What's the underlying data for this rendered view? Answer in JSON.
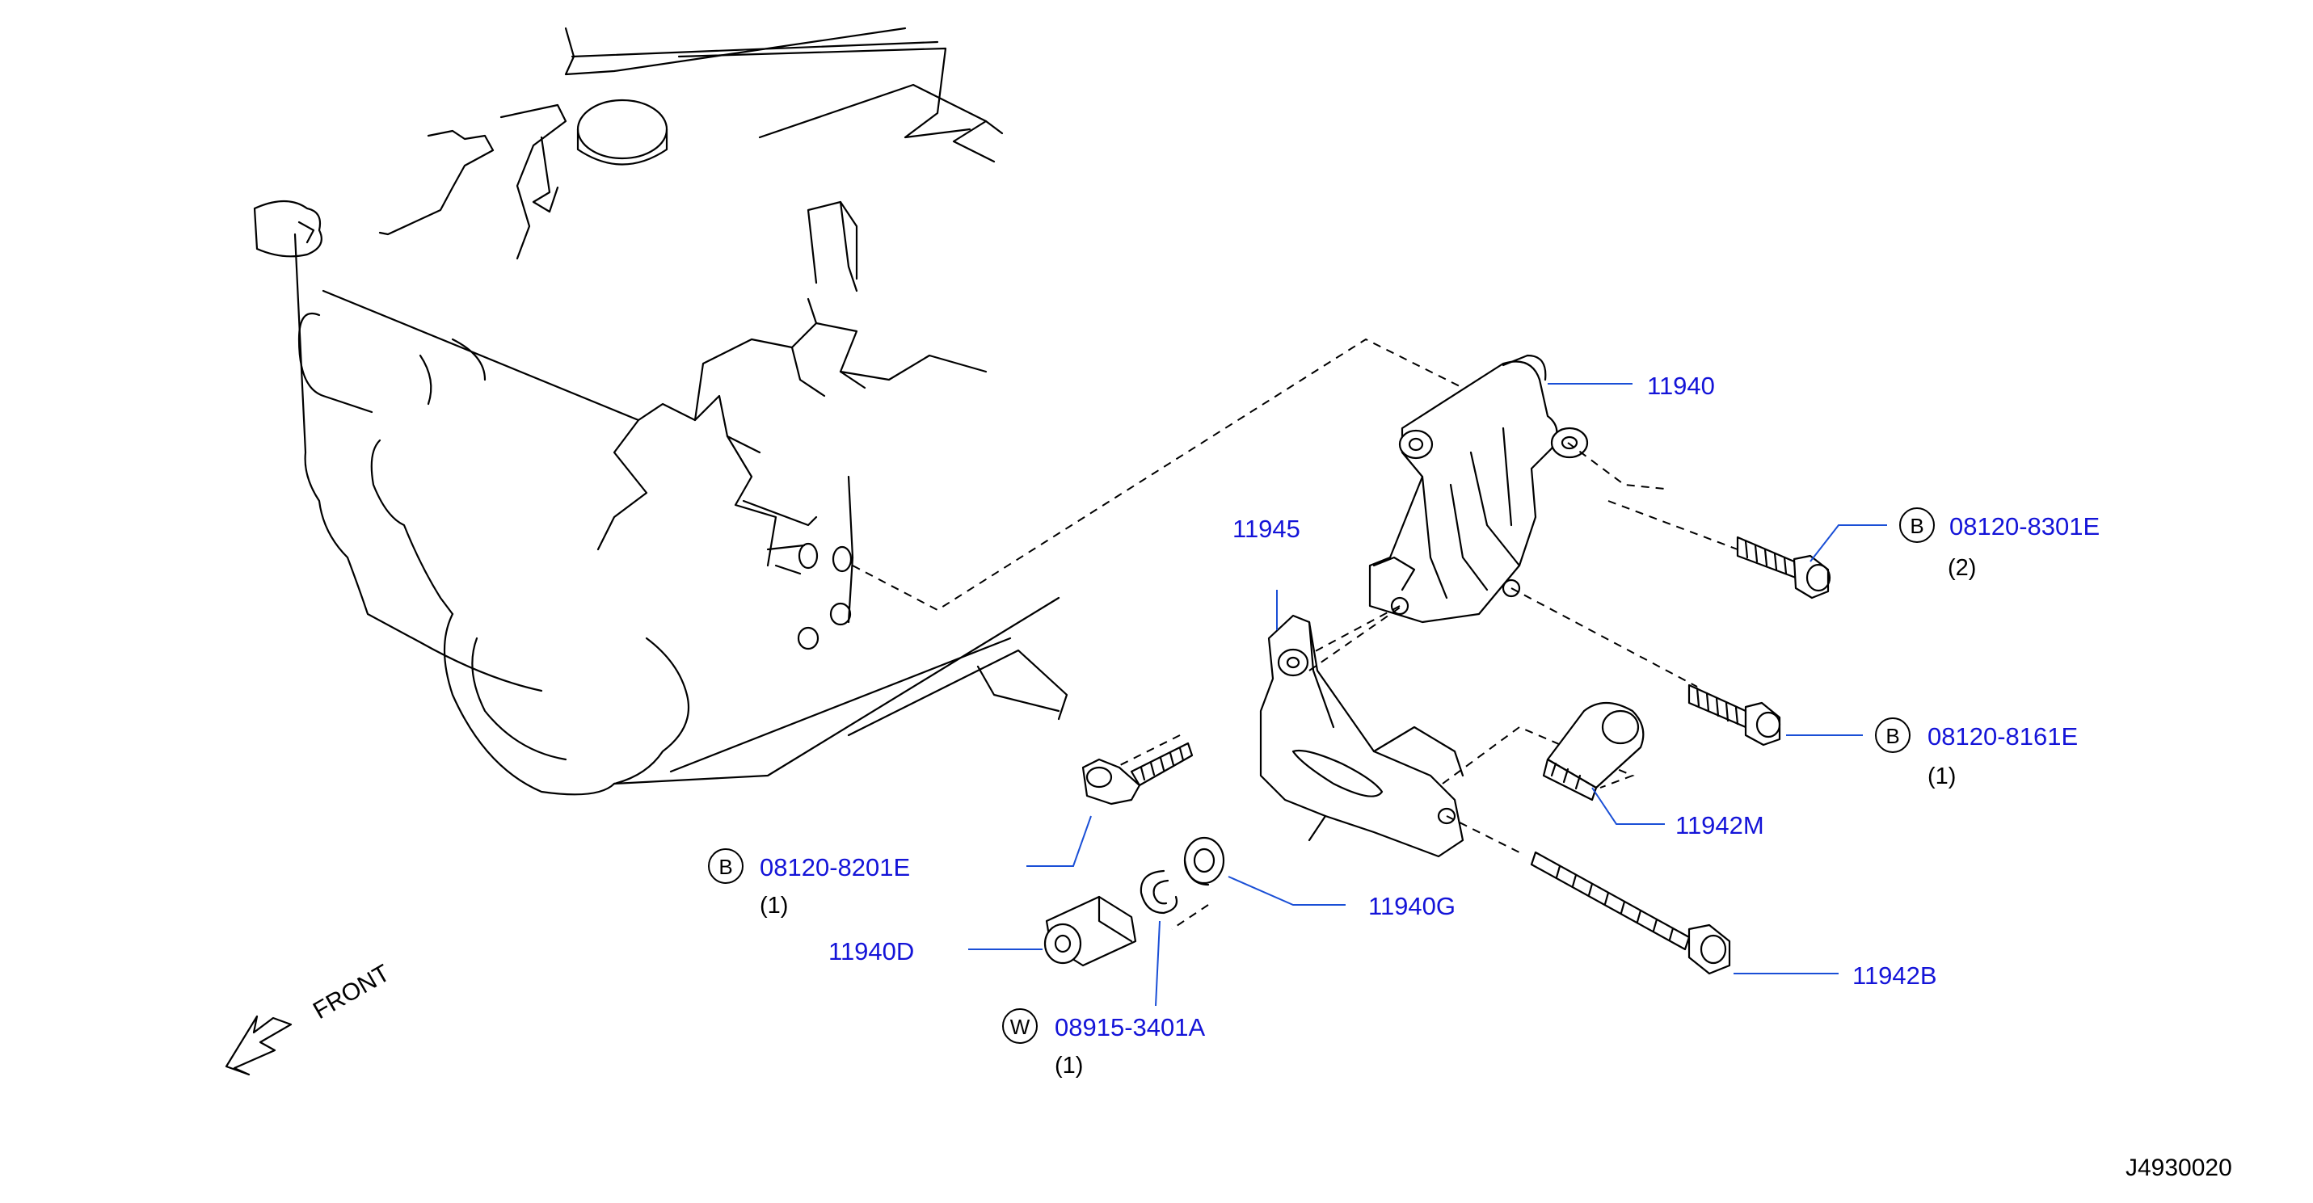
{
  "diagram": {
    "drawing_code": "J4930020",
    "front_label": "FRONT",
    "parts": {
      "p11940": {
        "number": "11940"
      },
      "p11945": {
        "number": "11945"
      },
      "p11940G": {
        "number": "11940G"
      },
      "p11940D": {
        "number": "11940D"
      },
      "p11942M": {
        "number": "11942M"
      },
      "p11942B": {
        "number": "11942B"
      },
      "bolt_8301": {
        "number": "08120-8301E",
        "symbol": "B",
        "qty": "(2)"
      },
      "bolt_8161": {
        "number": "08120-8161E",
        "symbol": "B",
        "qty": "(1)"
      },
      "bolt_8201": {
        "number": "08120-8201E",
        "symbol": "B",
        "qty": "(1)"
      },
      "washer_3401": {
        "number": "08915-3401A",
        "symbol": "W",
        "qty": "(1)"
      }
    },
    "colors": {
      "callout": "#1414d8",
      "leader": "#1a4fd6",
      "line_art": "#000000"
    }
  }
}
